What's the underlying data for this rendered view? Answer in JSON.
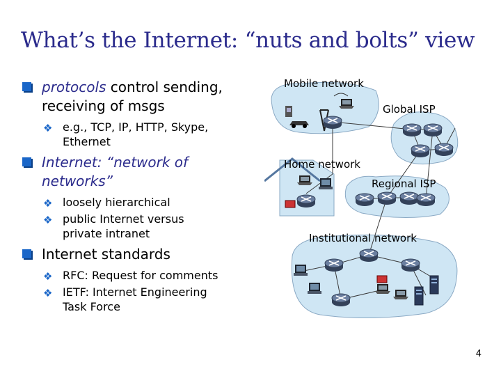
{
  "slide": {
    "title": "What’s the Internet: “nuts and bolts” view",
    "page_number": "4",
    "bullets": {
      "b1_emph": "protocols",
      "b1_rest": " control sending,",
      "b1_line2": "receiving of msgs",
      "b1_sub1_l1": "e.g., TCP, IP, HTTP, Skype,",
      "b1_sub1_l2": "Ethernet",
      "b2_emph": "Internet: “network of",
      "b2_emph2": "networks”",
      "b2_sub1": "loosely hierarchical",
      "b2_sub2_l1": "public Internet versus",
      "b2_sub2_l2": "private intranet",
      "b3": "Internet standards",
      "b3_sub1": "RFC: Request for comments",
      "b3_sub2_l1": "IETF: Internet Engineering",
      "b3_sub2_l2": "Task Force"
    }
  },
  "diagram": {
    "labels": {
      "mobile": "Mobile network",
      "global_isp": "Global ISP",
      "home": "Home network",
      "regional_isp": "Regional ISP",
      "institutional": "Institutional network"
    }
  },
  "colors": {
    "title": "#2b2b8c",
    "bullet": "#1a66c8",
    "cloud": "#cfe6f4",
    "router": "#5a6e8c"
  }
}
